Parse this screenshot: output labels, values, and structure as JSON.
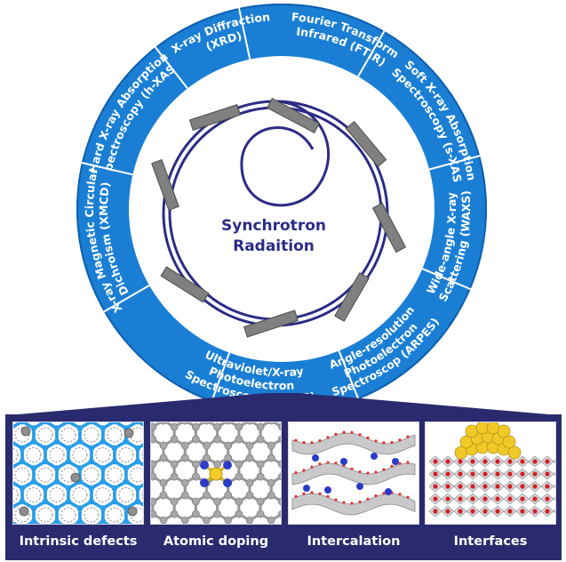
{
  "center": {
    "line1": "Synchrotron",
    "line2": "Radaition"
  },
  "ring_sections": [
    {
      "lines": [
        "X-ray Diffraction",
        "(XRD)"
      ]
    },
    {
      "lines": [
        "Fourier Transform",
        "Infrared (FTIR)"
      ]
    },
    {
      "lines": [
        "Soft X-ray Absorption",
        "Spectroscopy (s-XAS)"
      ]
    },
    {
      "lines": [
        "Wide-angle X-ray",
        "Scattering (WAXS)"
      ]
    },
    {
      "lines": [
        "Angle-resolution",
        "Photoelectron",
        "Spectroscop (ARPES)"
      ]
    },
    {
      "lines": [
        "Ultraviolet/X-ray",
        "Photoelectron",
        "Spectroscopy (U/XPS)"
      ]
    },
    {
      "lines": [
        "X-ray Magnetic Circular",
        "Dichroism (XMCD)"
      ]
    },
    {
      "lines": [
        "Hard X-ray Absorption",
        "Spectroscopy (h-XAS)"
      ]
    }
  ],
  "panels": [
    {
      "label": "Intrinsic defects"
    },
    {
      "label": "Atomic doping"
    },
    {
      "label": "Intercalation"
    },
    {
      "label": "Interfaces"
    }
  ],
  "colors": {
    "ring_blue": "#1a7fd4",
    "ring_dark": "#0f5fae",
    "panel_navy": "#2a2a6e",
    "center_text": "#2c2c86",
    "beamline_gray": "#808080"
  }
}
